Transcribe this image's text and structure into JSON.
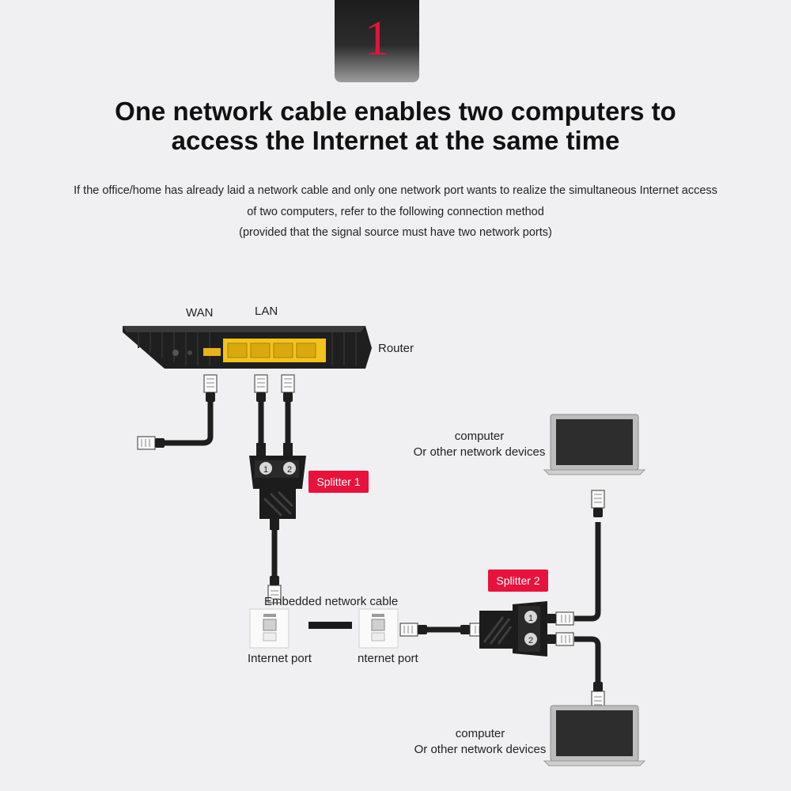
{
  "step": {
    "number": "1"
  },
  "title": {
    "line1": "One network cable enables two computers to",
    "line2": "access the Internet at the same time"
  },
  "description": {
    "line1": "If the office/home has already laid a network cable and only one network port wants to realize the simultaneous Internet access",
    "line2": "of two computers, refer to the following connection method",
    "line3": "(provided that the signal source must have two network ports)"
  },
  "diagram": {
    "router": {
      "wan_label": "WAN",
      "lan_label": "LAN",
      "label": "Router"
    },
    "splitter1": {
      "label": "Splitter 1"
    },
    "splitter2": {
      "label": "Splitter 2"
    },
    "embedded_cable": {
      "label": "Embedded network cable"
    },
    "port_left": {
      "label": "Internet port"
    },
    "port_right": {
      "label": "nternet port"
    },
    "computer_top": {
      "line1": "computer",
      "line2": "Or other network devices"
    },
    "computer_bottom": {
      "line1": "computer",
      "line2": "Or other network devices"
    }
  },
  "colors": {
    "accent_red": "#e8123c",
    "lan_port_yellow": "#f2c31b",
    "device_dark": "#1f1f1f"
  }
}
